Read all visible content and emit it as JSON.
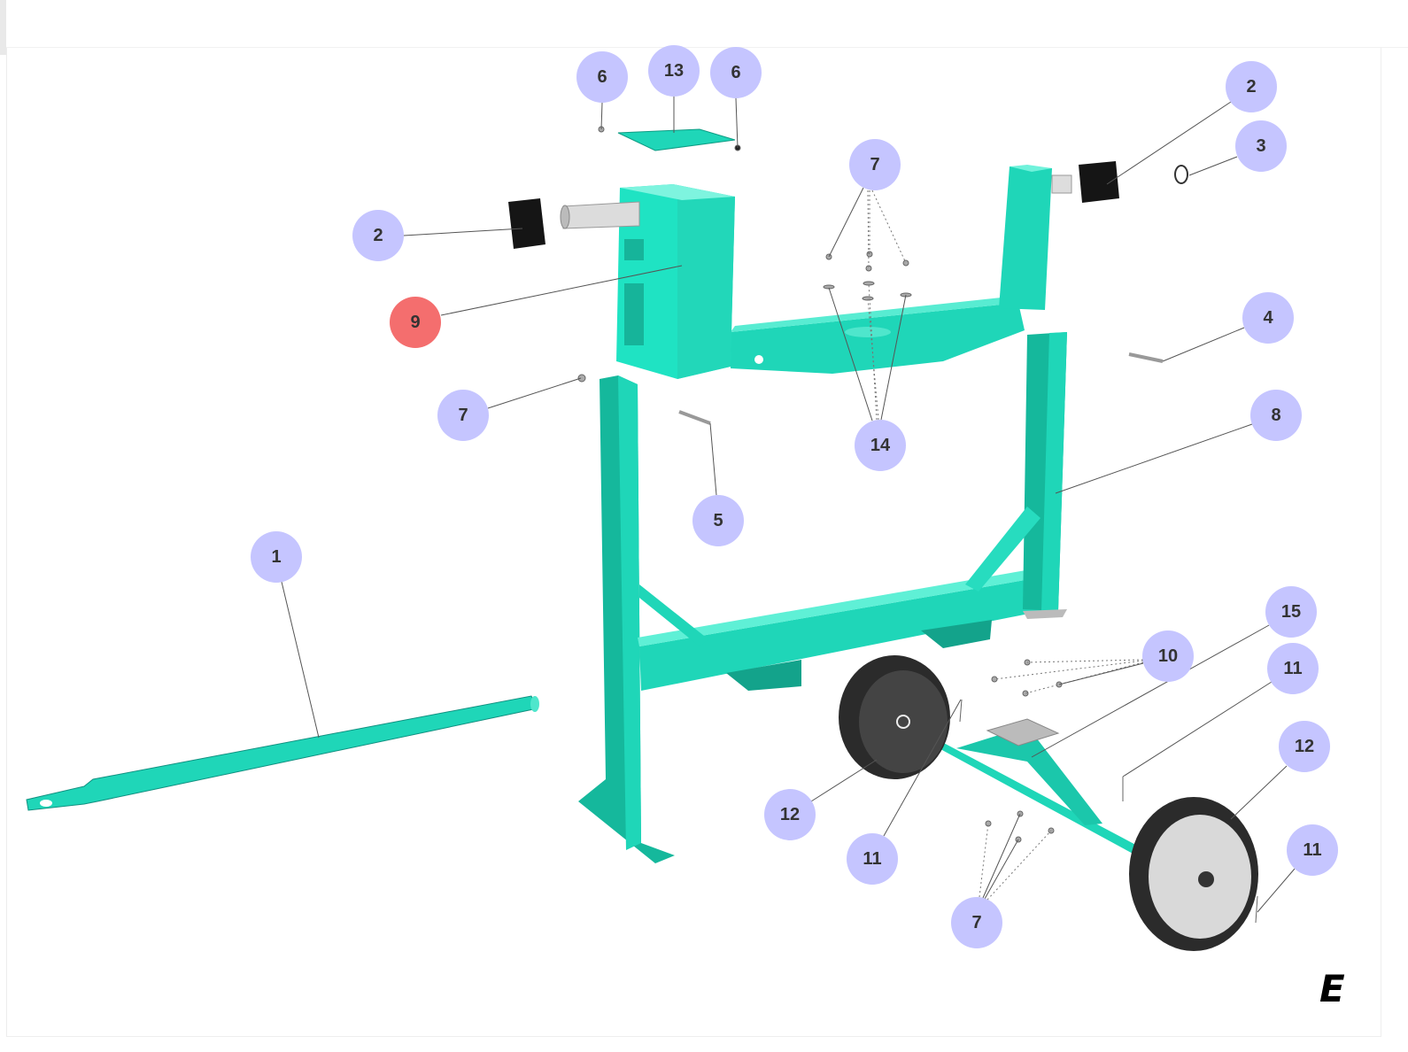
{
  "diagram": {
    "section_letter": "E",
    "colors": {
      "callout": "#c5c5ff",
      "callout_selected": "#f46e6e",
      "frame": "#1fd6b8",
      "frame_dark": "#139c86",
      "rubber": "#2b2b2b"
    },
    "callouts": [
      {
        "number": "6",
        "selected": false
      },
      {
        "number": "13",
        "selected": false
      },
      {
        "number": "6",
        "selected": false
      },
      {
        "number": "2",
        "selected": false
      },
      {
        "number": "3",
        "selected": false
      },
      {
        "number": "7",
        "selected": false
      },
      {
        "number": "2",
        "selected": false
      },
      {
        "number": "9",
        "selected": true
      },
      {
        "number": "4",
        "selected": false
      },
      {
        "number": "7",
        "selected": false
      },
      {
        "number": "14",
        "selected": false
      },
      {
        "number": "8",
        "selected": false
      },
      {
        "number": "5",
        "selected": false
      },
      {
        "number": "1",
        "selected": false
      },
      {
        "number": "15",
        "selected": false
      },
      {
        "number": "10",
        "selected": false
      },
      {
        "number": "11",
        "selected": false
      },
      {
        "number": "12",
        "selected": false
      },
      {
        "number": "12",
        "selected": false
      },
      {
        "number": "11",
        "selected": false
      },
      {
        "number": "11",
        "selected": false
      },
      {
        "number": "7",
        "selected": false
      }
    ]
  }
}
